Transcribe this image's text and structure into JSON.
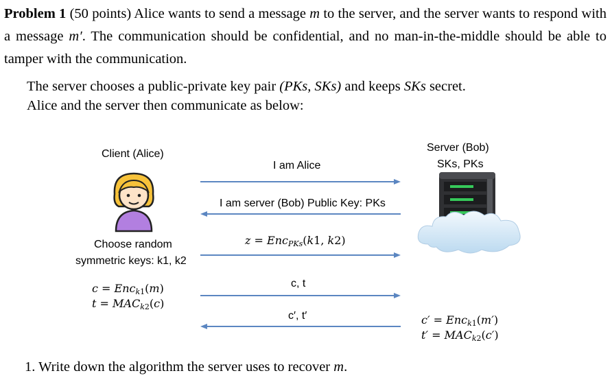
{
  "problem": {
    "label": "Problem 1",
    "points": "(50 points)",
    "text_a": "Alice wants to send a message ",
    "m": "m",
    "text_b": " to the server, and the server wants to respond with a message ",
    "m_prime": "m′",
    "text_c": ". The communication should be confidential, and no man-in-the-middle should be able to tamper with the communication."
  },
  "intro": {
    "line1_a": "The server chooses a public-private key pair ",
    "pair": "(PKs, SKs)",
    "line1_b": " and keeps ",
    "sk": "SKs",
    "line1_c": " secret.",
    "line2": "Alice and the server then communicate as below:"
  },
  "diagram": {
    "client_title": "Client (Alice)",
    "server_title": "Server (Bob)",
    "server_keys": "SKs, PKs",
    "choose_line1": "Choose random",
    "choose_line2": "symmetric keys: k1, k2",
    "client_c": "c = Enck1(m)",
    "client_t": "t = MACk2(c)",
    "server_c": "c′ = Enck1(m′)",
    "server_t": "t′ = MACk2(c′)",
    "messages": [
      {
        "label": "I am Alice",
        "direction": "right"
      },
      {
        "label": "I am server (Bob) Public Key: PKs",
        "direction": "left"
      },
      {
        "label": "z = EncPKs(k1, k2)",
        "direction": "right"
      },
      {
        "label": "c, t",
        "direction": "right"
      },
      {
        "label": "c′, t′",
        "direction": "left"
      }
    ],
    "arrow_color": "#5b86c1",
    "alice_icon": "alice-avatar-icon",
    "server_icon": "server-rack-cloud-icon"
  },
  "question": {
    "number": "1.",
    "text": "Write down the algorithm the server uses to recover ",
    "m": "m",
    "end": "."
  }
}
